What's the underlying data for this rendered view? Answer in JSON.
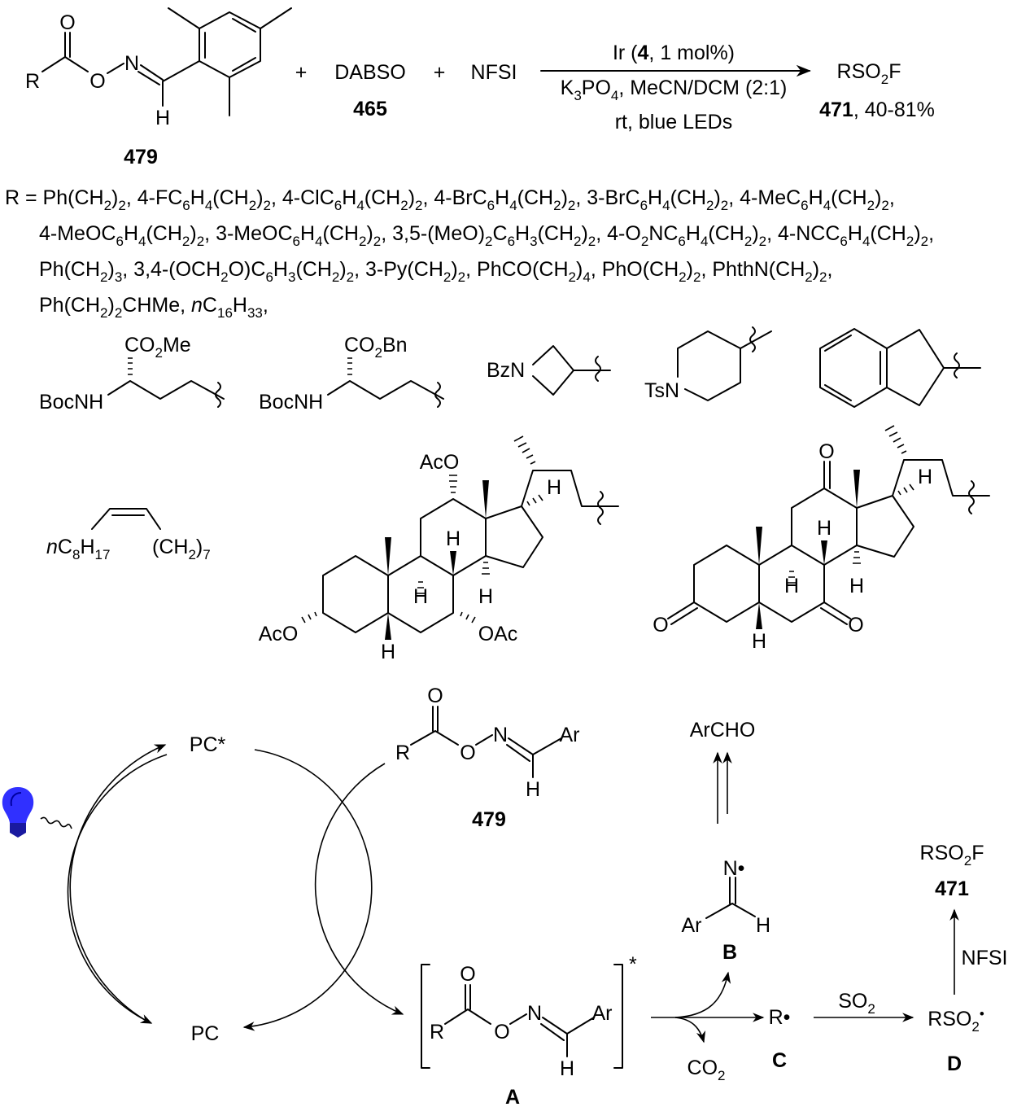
{
  "scheme": {
    "reactant_479": {
      "R": "R",
      "O_carbonyl": "O",
      "O_ester": "O",
      "N": "N",
      "H": "H",
      "label": "479"
    },
    "plus1": "+",
    "dabso": {
      "name": "DABSO",
      "label": "465"
    },
    "plus2": "+",
    "nfsi": "NFSI",
    "conditions": {
      "catalyst_pre": "Ir (",
      "catalyst_num": "4",
      "catalyst_post": ", 1 mol%)",
      "base_solvent": "K3PO4, MeCN/DCM (2:1)",
      "misc": "rt, blue LEDs"
    },
    "product": {
      "formula": "RSO2F",
      "label": "471",
      "yield": ", 40-81%"
    }
  },
  "r_groups": {
    "prefix": "R = ",
    "line1": "Ph(CH2)2, 4-FC6H4(CH2)2, 4-ClC6H4(CH2)2, 4-BrC6H4(CH2)2, 3-BrC6H4(CH2)2, 4-MeC6H4(CH2)2,",
    "line2": "4-MeOC6H4(CH2)2, 3-MeOC6H4(CH2)2, 3,5-(MeO)2C6H3(CH2)2, 4-O2NC6H4(CH2)2, 4-NCC6H4(CH2)2,",
    "line3": "Ph(CH2)3, 3,4-(OCH2O)C6H3(CH2)2, 3-Py(CH2)2, PhCO(CH2)4, PhO(CH2)2, PhthN(CH2)2,",
    "line4_a": "Ph(CH2)2CHMe, ",
    "line4_n": "n",
    "line4_b": "C16H33,"
  },
  "structures": {
    "aa1": {
      "ester": "CO2Me",
      "amine": "BocNH"
    },
    "aa2": {
      "ester": "CO2Bn",
      "amine": "BocNH"
    },
    "azetidine": {
      "n": "BzN"
    },
    "piperidine": {
      "n": "TsN"
    },
    "oleyl": {
      "n": "n",
      "left": "C8H17",
      "right": "(CH2)7"
    },
    "steroid1": {
      "aco_top": "AcO",
      "aco_left": "AcO",
      "oac_right": "OAc",
      "h": "H"
    },
    "steroid2": {
      "o": "O",
      "h": "H"
    }
  },
  "mechanism": {
    "pc_star": "PC*",
    "pc": "PC",
    "substrate": {
      "O": "O",
      "R": "R",
      "N": "N",
      "Ar": "Ar",
      "H": "H",
      "label": "479"
    },
    "intermediate_a": {
      "O": "O",
      "R": "R",
      "N": "N",
      "Ar": "Ar",
      "H": "H",
      "star": "*",
      "label": "A"
    },
    "co2": "CO2",
    "radical_c": {
      "formula": "R•",
      "label": "C"
    },
    "so2": "SO2",
    "radical_d": {
      "formula": "RSO2•",
      "label": "D"
    },
    "nfsi": "NFSI",
    "product": {
      "formula": "RSO2F",
      "label": "471"
    },
    "iminyl_b": {
      "N": "N•",
      "Ar": "Ar",
      "H": "H",
      "label": "B"
    },
    "aldehyde": "ArCHO",
    "bulb_color": "#3030ff"
  }
}
